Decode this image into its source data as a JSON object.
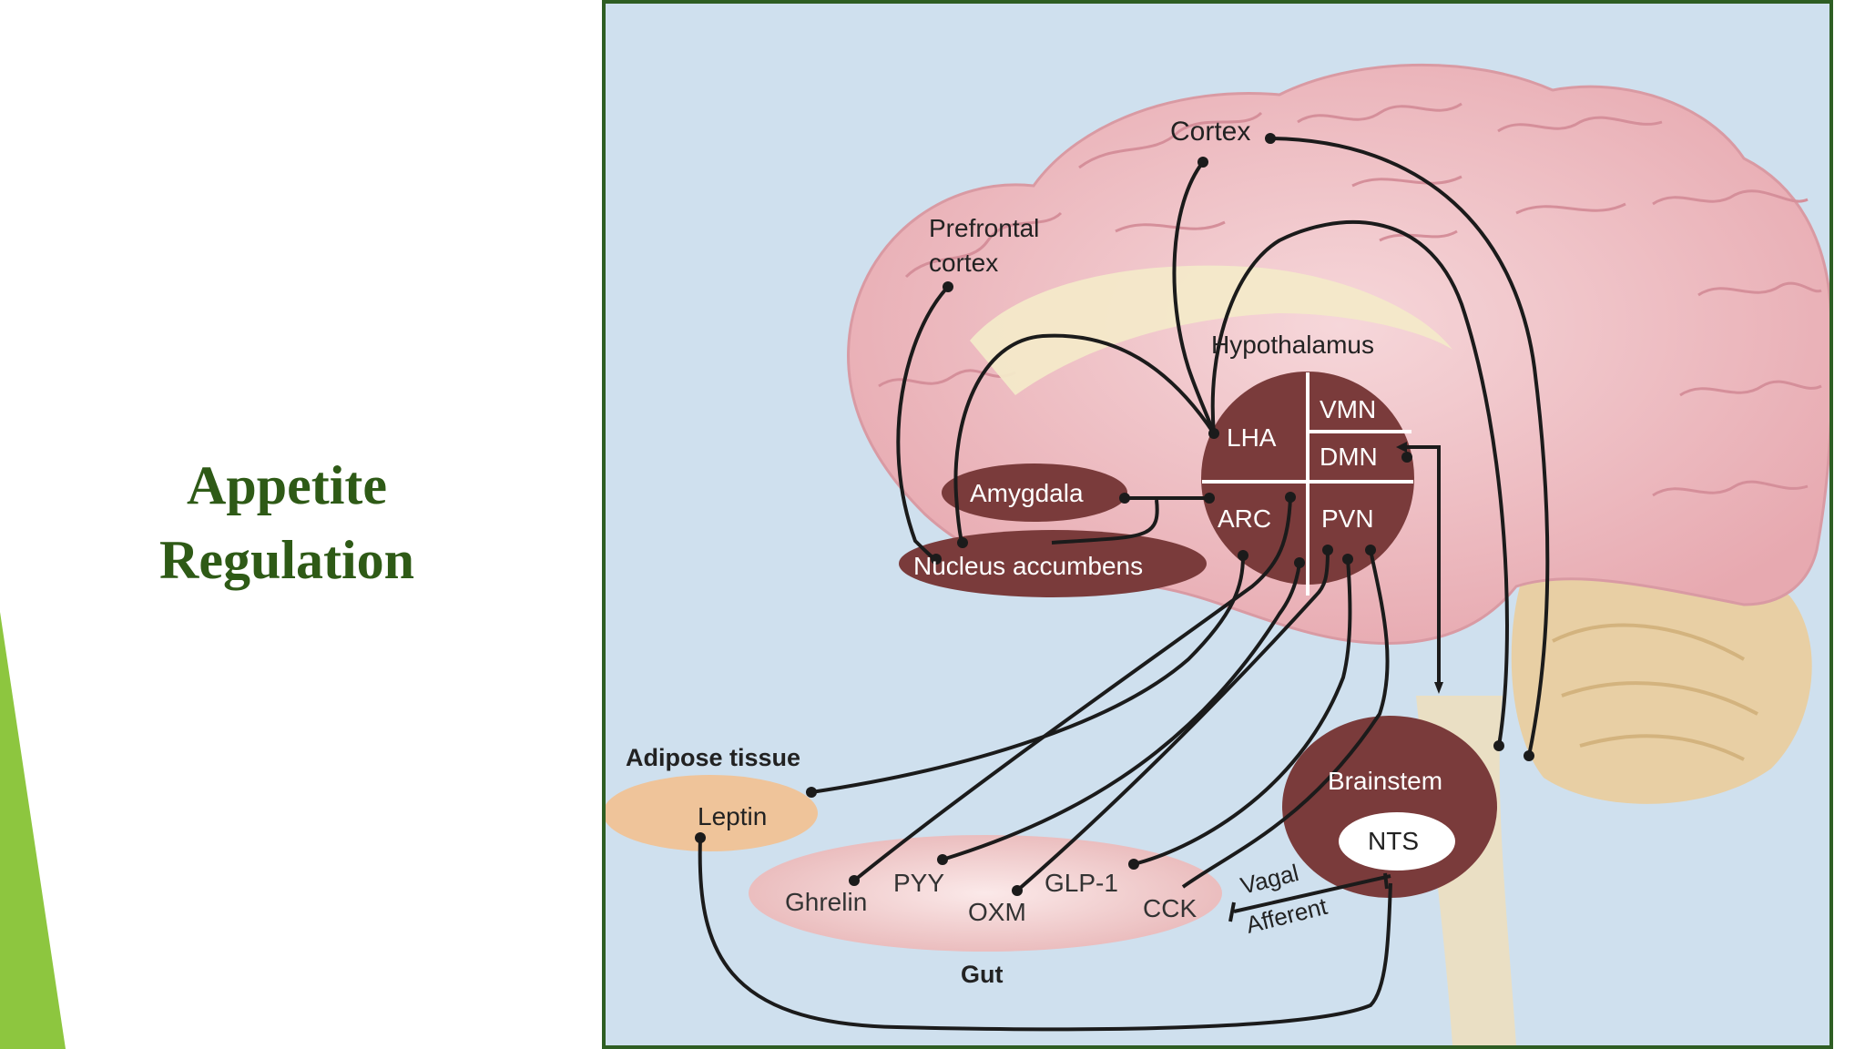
{
  "slide": {
    "title_line1": "Appetite",
    "title_line2": "Regulation",
    "title_color": "#2e5a16",
    "accent_color": "#8dc63f"
  },
  "diagram": {
    "brain_labels": {
      "cortex": "Cortex",
      "prefrontal_line1": "Prefrontal",
      "prefrontal_line2": "cortex",
      "hypothalamus": "Hypothalamus"
    },
    "hypothalamus_nuclei": {
      "lha": "LHA",
      "vmn": "VMN",
      "dmn": "DMN",
      "arc": "ARC",
      "pvn": "PVN"
    },
    "limbic": {
      "amygdala": "Amygdala",
      "nucleus_accumbens": "Nucleus accumbens"
    },
    "brainstem": {
      "label": "Brainstem",
      "nts": "NTS"
    },
    "adipose": {
      "heading": "Adipose tissue",
      "leptin": "Leptin"
    },
    "gut": {
      "heading": "Gut",
      "hormones": {
        "ghrelin": "Ghrelin",
        "pyy": "PYY",
        "oxm": "OXM",
        "glp1": "GLP-1",
        "cck": "CCK"
      }
    },
    "vagal": {
      "line1": "Vagal",
      "line2": "Afferent"
    },
    "colors": {
      "background": "#cfe0ee",
      "brain": "#f0c4c8",
      "hypothalamus": "#7a3b3b",
      "gut": "#f3d2d2",
      "adipose": "#efc49a",
      "border": "#2e5e23"
    }
  }
}
